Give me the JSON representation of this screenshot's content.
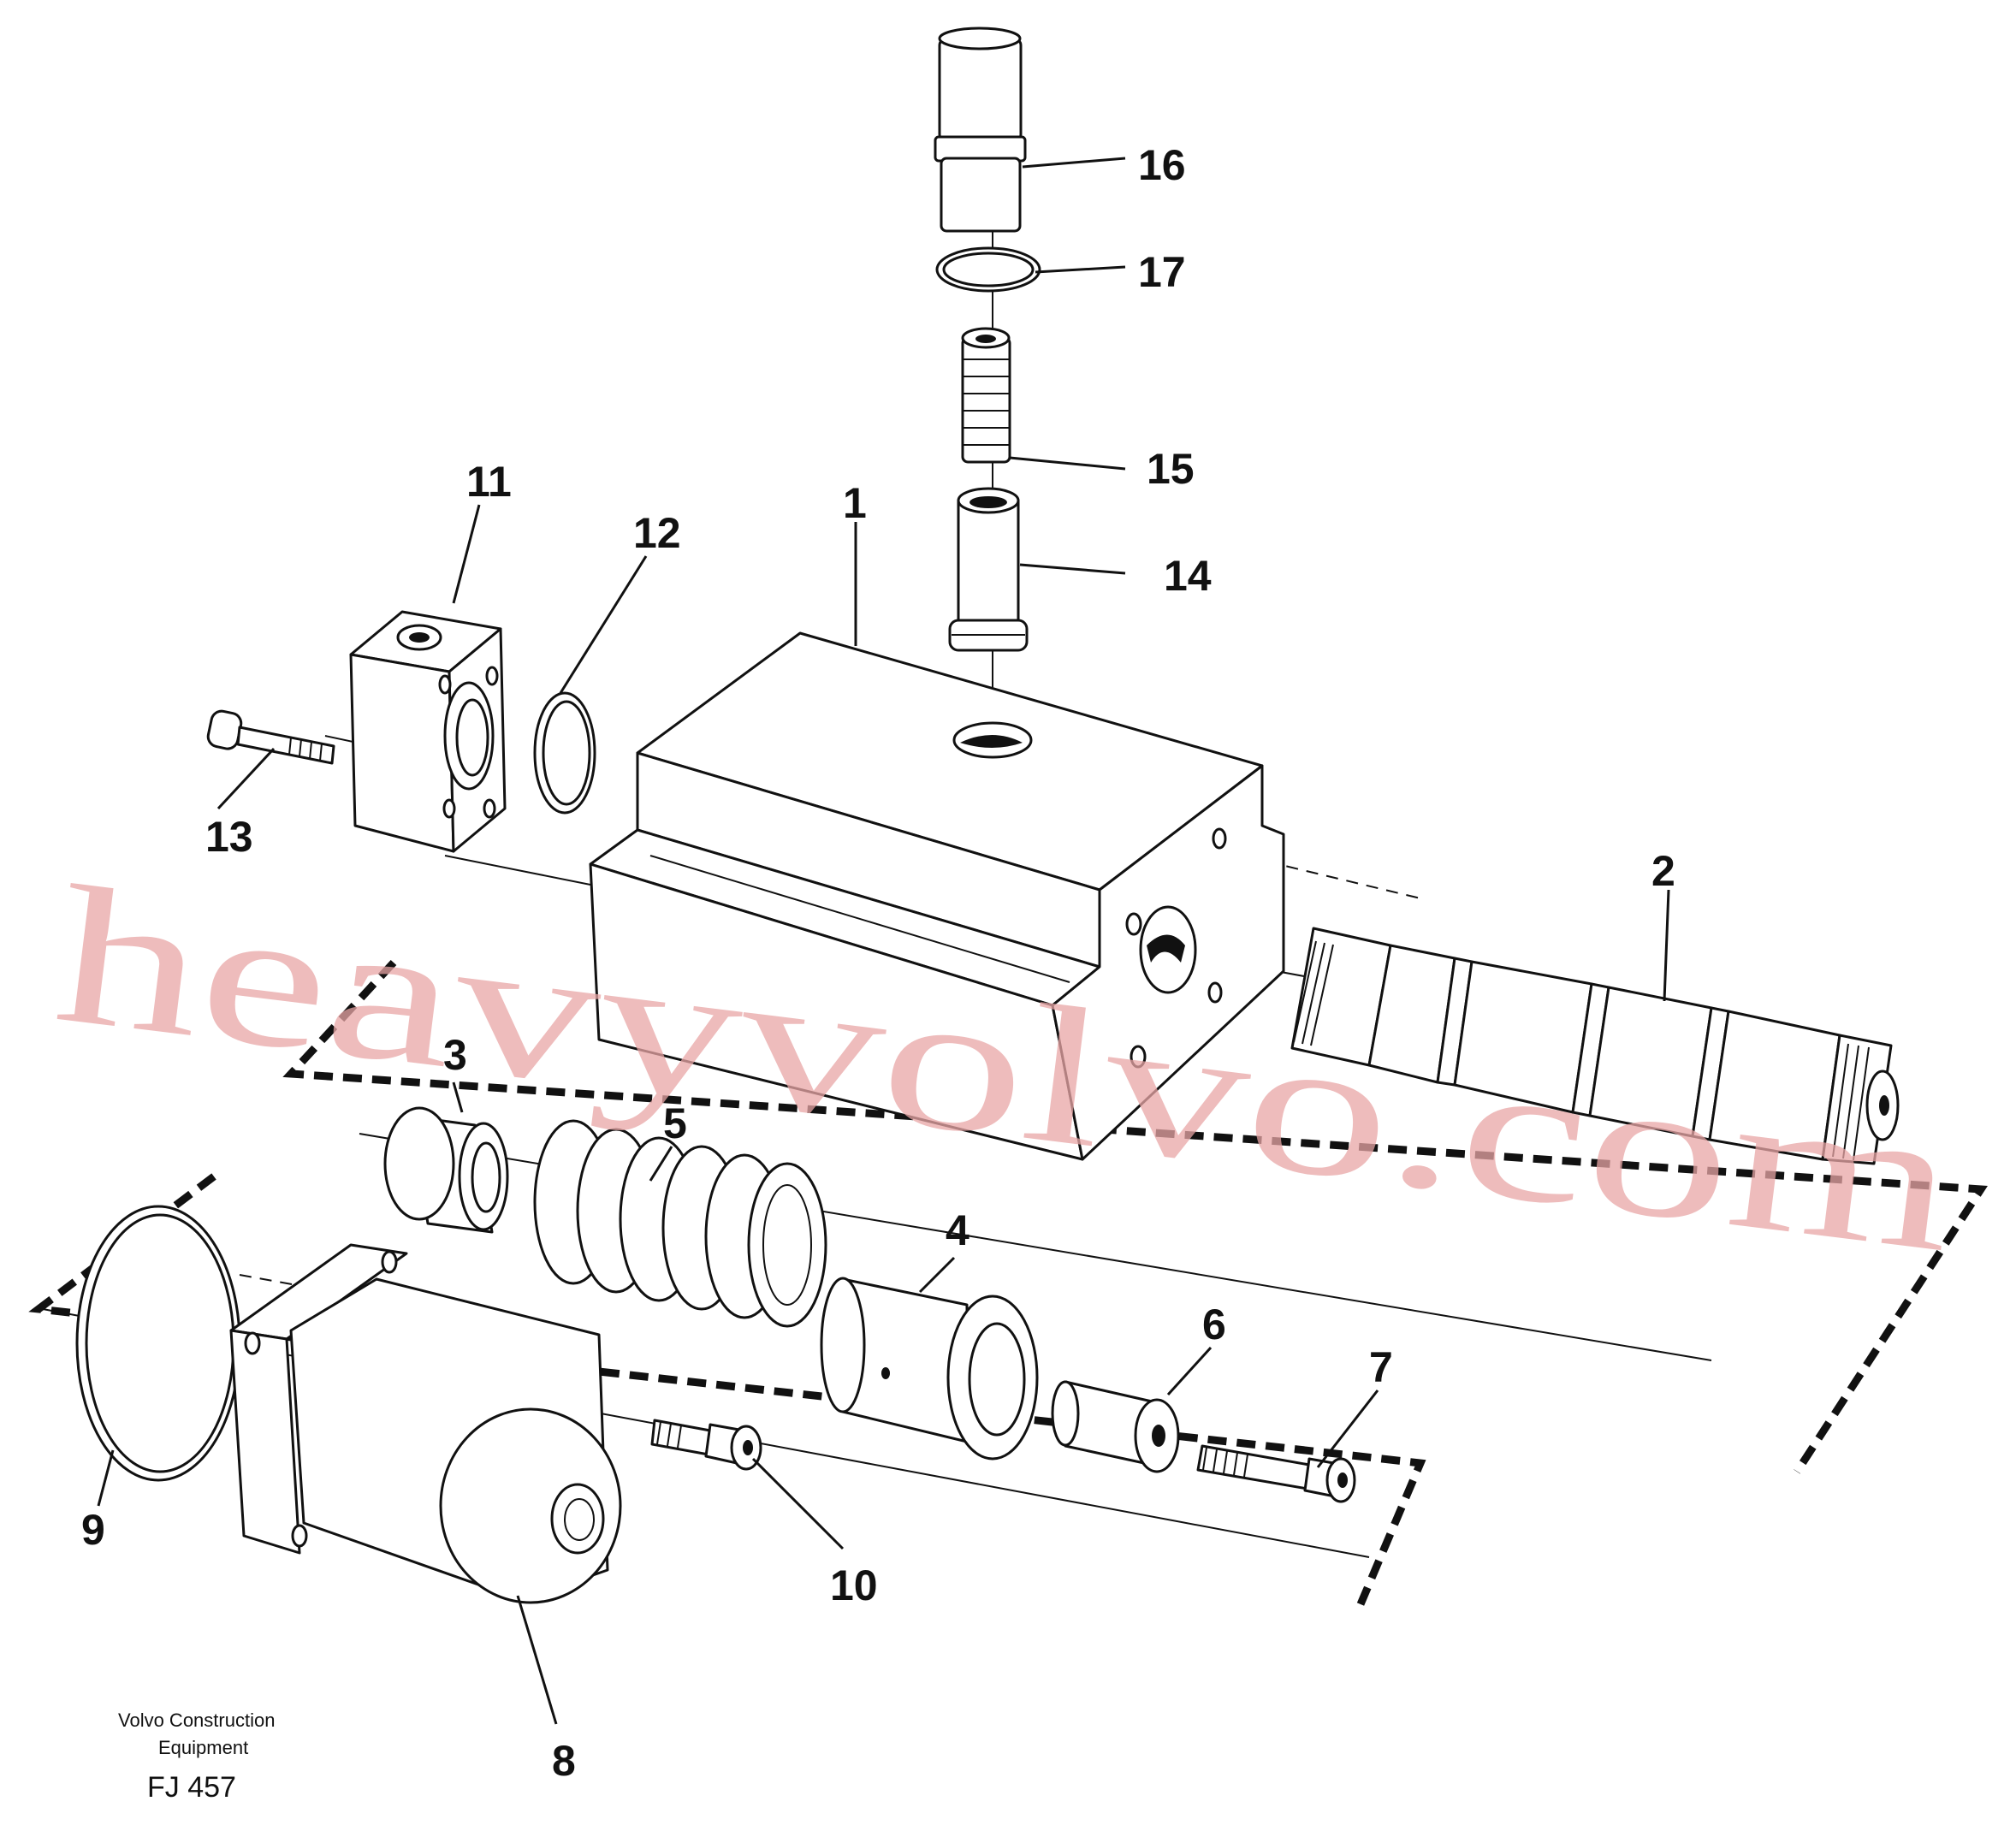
{
  "callouts": {
    "c1": "1",
    "c2": "2",
    "c3": "3",
    "c4": "4",
    "c5": "5",
    "c6": "6",
    "c7": "7",
    "c8": "8",
    "c9": "9",
    "c10": "10",
    "c11": "11",
    "c12": "12",
    "c13": "13",
    "c14": "14",
    "c15": "15",
    "c16": "16",
    "c17": "17"
  },
  "caption": {
    "line1": "Volvo Construction",
    "line2": "Equipment",
    "code": "FJ 457"
  },
  "watermark": "heavyvolvo.com"
}
